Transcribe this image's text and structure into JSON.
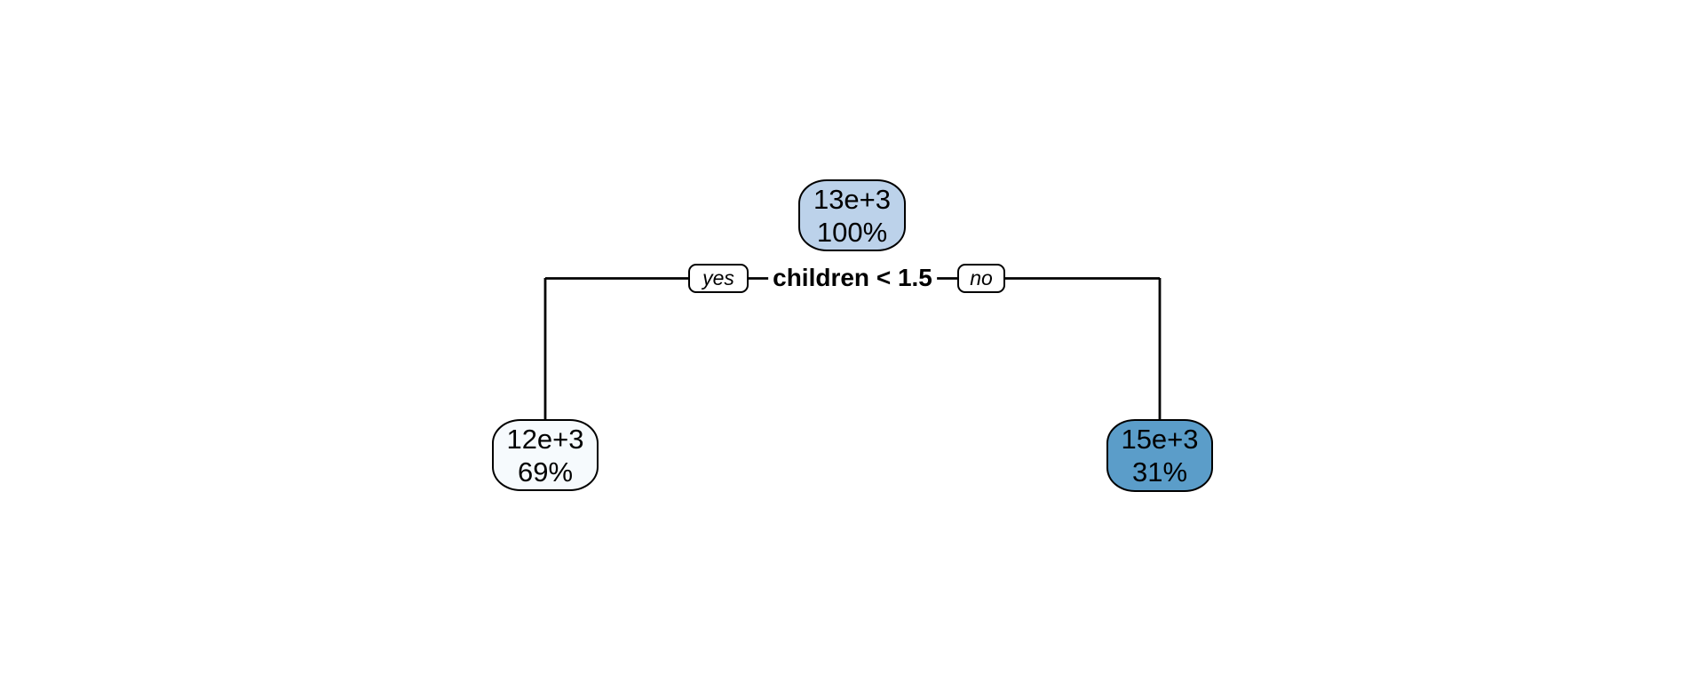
{
  "figure": {
    "background": "#ffffff",
    "edge_color": "#000000",
    "node_border_color": "#000000",
    "text_color": "#000000"
  },
  "tree": {
    "type": "decision-tree",
    "root": {
      "value": "13e+3",
      "percent": "100%",
      "fill": "#BCD2EA"
    },
    "split": {
      "condition": "children < 1.5",
      "yes_label": "yes",
      "no_label": "no",
      "label_fill": "#ffffff"
    },
    "leaves": {
      "left": {
        "value": "12e+3",
        "percent": "69%",
        "fill": "#F6FAFD"
      },
      "right": {
        "value": "15e+3",
        "percent": "31%",
        "fill": "#5B9DC9"
      }
    }
  }
}
